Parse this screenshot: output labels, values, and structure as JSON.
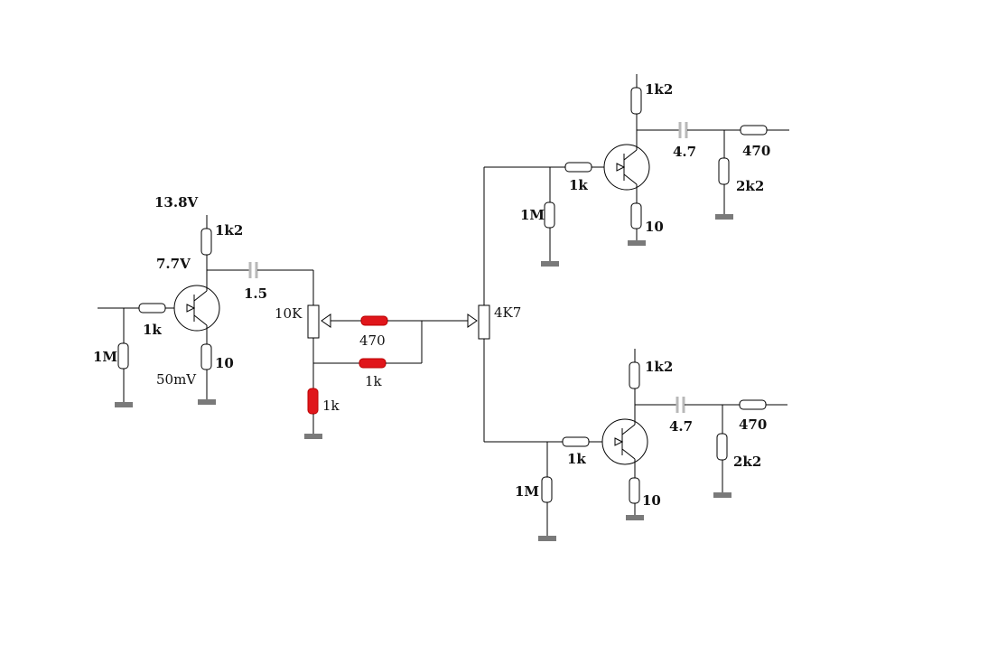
{
  "diagram": {
    "input_stage": {
      "supply_voltage": "13.8V",
      "collector_voltage": "7.7V",
      "emitter_voltage": "50mV",
      "collector_resistor": "1k2",
      "base_resistor": "1k",
      "base_bias_resistor": "1M",
      "emitter_resistor": "10",
      "coupling_cap": "1.5"
    },
    "attenuator": {
      "pot_a": "10K",
      "series_resistor_top": "470",
      "series_resistor_bottom": "1k",
      "shunt_resistor": "1k",
      "pot_b": "4K7"
    },
    "output_stage_upper": {
      "collector_resistor": "1k2",
      "base_resistor": "1k",
      "base_bias_resistor": "1M",
      "emitter_resistor": "10",
      "coupling_cap": "4.7",
      "output_resistor": "470",
      "load_resistor": "2k2"
    },
    "output_stage_lower": {
      "collector_resistor": "1k2",
      "base_resistor": "1k",
      "base_bias_resistor": "1M",
      "emitter_resistor": "10",
      "coupling_cap": "4.7",
      "output_resistor": "470",
      "load_resistor": "2k2"
    },
    "colors": {
      "highlight_resistor": "#e0161b",
      "capacitor": "#b8b8b8",
      "ground": "#7a7a7a"
    }
  }
}
